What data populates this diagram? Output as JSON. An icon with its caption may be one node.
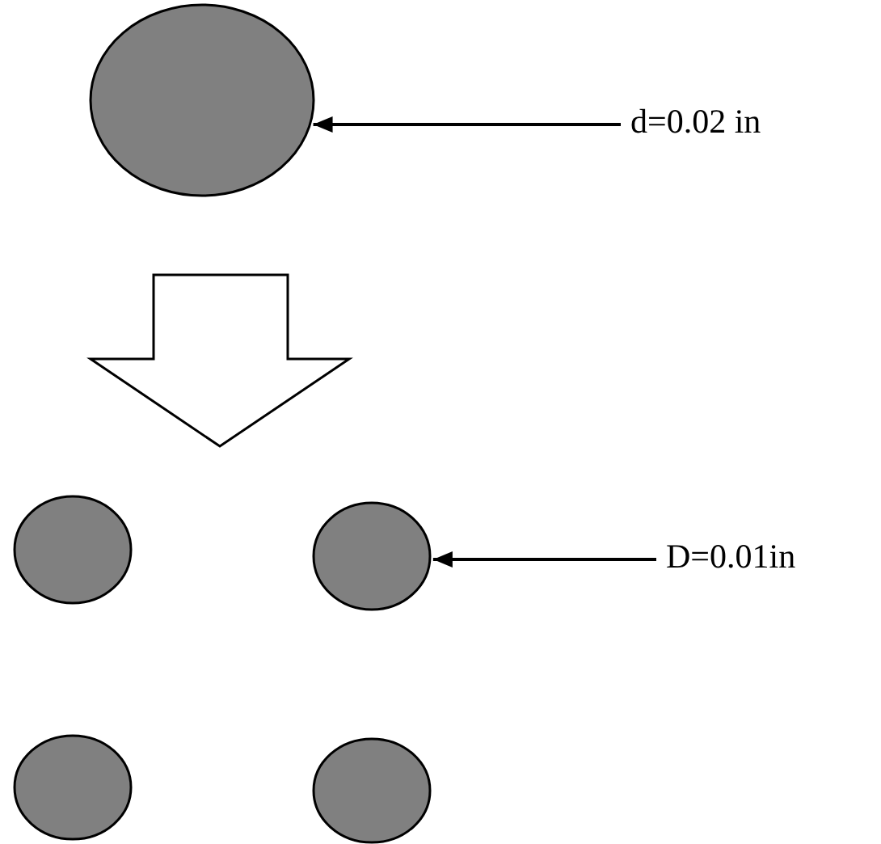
{
  "diagram": {
    "nodes": [
      {
        "text": [],
        "shape": "circle"
      },
      {
        "text": [
          "d=0.02 in"
        ]
      },
      {
        "text": [],
        "shape": "circle"
      },
      {
        "text": [],
        "shape": "circle"
      },
      {
        "text": [
          "D=0.01in"
        ]
      },
      {
        "text": [],
        "shape": "circle"
      },
      {
        "text": [],
        "shape": "circle"
      }
    ],
    "edges": [
      {
        "from": 1,
        "to": 0,
        "arrow": "to"
      },
      {
        "from": 0,
        "to": 2,
        "arrow": "to",
        "style": "thick"
      },
      {
        "from": 0,
        "to": 3,
        "arrow": "to",
        "style": "thick"
      },
      {
        "from": 4,
        "to": 3,
        "arrow": "to"
      }
    ]
  }
}
